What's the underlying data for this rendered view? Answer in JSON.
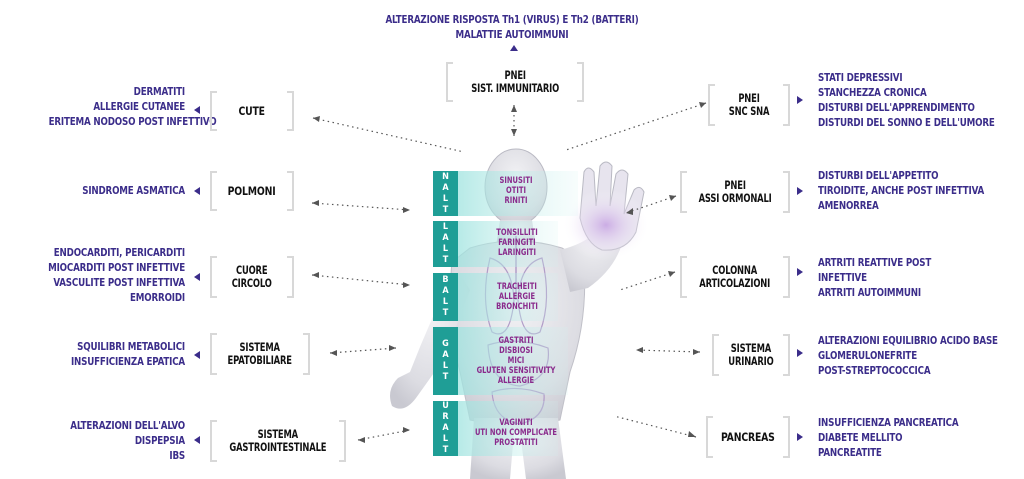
{
  "top": {
    "line1": "ALTERAZIONE RISPOSTA Th1 (VIRUS) E Th2 (BATTERI)",
    "line2": "MALATTIE AUTOIMMUNI",
    "box": [
      "PNEI",
      "SIST. IMMUNITARIO"
    ]
  },
  "left": [
    {
      "box": [
        "CUTE"
      ],
      "items": [
        "DERMATITI",
        "ALLERGIE CUTANEE",
        "ERITEMA NODOSO POST INFETTIVO"
      ]
    },
    {
      "box": [
        "POLMONI"
      ],
      "items": [
        "SINDROME ASMATICA"
      ]
    },
    {
      "box": [
        "CUORE",
        "CIRCOLO"
      ],
      "items": [
        "ENDOCARDITI, PERICARDITI",
        "MIOCARDITI POST INFETTIVE",
        "VASCULITE POST INFETTIVA",
        "EMORROIDI"
      ]
    },
    {
      "box": [
        "SISTEMA",
        "EPATOBILIARE"
      ],
      "items": [
        "SQUILIBRI METABOLICI",
        "INSUFFICIENZA EPATICA"
      ]
    },
    {
      "box": [
        "SISTEMA",
        "GASTROINTESTINALE"
      ],
      "items": [
        "ALTERAZIONI DELL'ALVO",
        "DISPEPSIA",
        "IBS"
      ]
    }
  ],
  "right": [
    {
      "box": [
        "PNEI",
        "SNC SNA"
      ],
      "items": [
        "STATI DEPRESSIVI",
        "STANCHEZZA CRONICA",
        "DISTURBI DELL'APPRENDIMENTO",
        "DISTURDI DEL SONNO E DELL'UMORE"
      ]
    },
    {
      "box": [
        "PNEI",
        "ASSI ORMONALI"
      ],
      "items": [
        "DISTURBI DELL'APPETITO",
        "TIROIDITE, ANCHE POST INFETTIVA",
        "AMENORREA"
      ]
    },
    {
      "box": [
        "COLONNA",
        "ARTICOLAZIONI"
      ],
      "items": [
        "ARTRITI REATTIVE POST",
        "INFETTIVE",
        "ARTRITI AUTOIMMUNI"
      ]
    },
    {
      "box": [
        "SISTEMA",
        "URINARIO"
      ],
      "items": [
        "ALTERAZIONI EQUILIBRIO ACIDO BASE",
        "GLOMERULONEFRITE",
        "POST-STREPTOCOCCICA"
      ]
    },
    {
      "box": [
        "PANCREAS"
      ],
      "items": [
        "INSUFFICIENZA PANCREATICA",
        "DIABETE MELLITO",
        "PANCREATITE"
      ]
    }
  ],
  "bands": [
    {
      "label": "NALT",
      "overlay": [
        "SINUSITI",
        "OTITI",
        "RINITI"
      ]
    },
    {
      "label": "LALT",
      "overlay": [
        "TONSILLITI",
        "FARINGITI",
        "LARINGITI"
      ]
    },
    {
      "label": "BALT",
      "overlay": [
        "TRACHEITI",
        "ALLERGIE",
        "BRONCHITI"
      ]
    },
    {
      "label": "GALT",
      "overlay": [
        "GASTRITI",
        "DISBIOSI",
        "MICI",
        "GLUTEN SENSITIVITY",
        "ALLERGIE"
      ]
    },
    {
      "label": "URALT",
      "overlay": [
        "VAGINITI",
        "UTI NON COMPLICATE",
        "PROSTATITI"
      ]
    }
  ],
  "colors": {
    "accent_text": "#3b2d8a",
    "band": "#1f9e96",
    "overlay_text": "#8a2b8c",
    "box_bracket": "#d8d8d8"
  }
}
